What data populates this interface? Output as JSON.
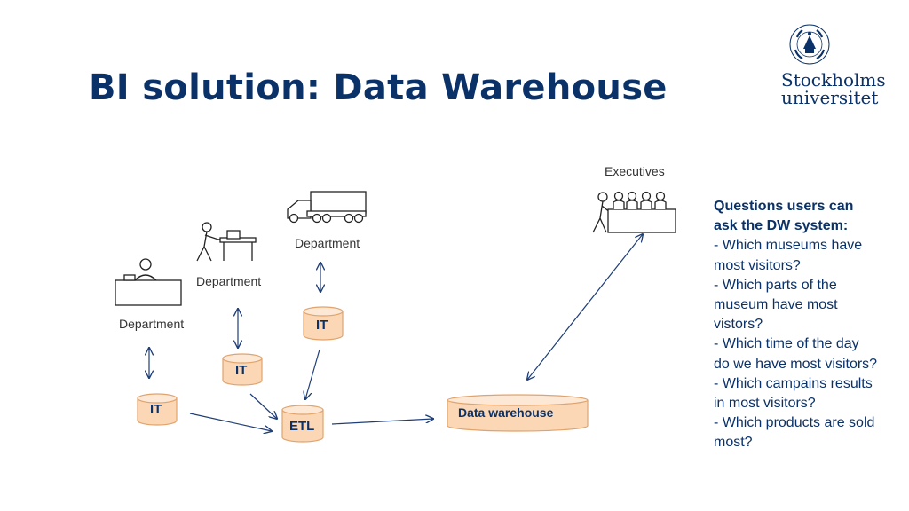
{
  "slide": {
    "title": "BI solution: Data Warehouse"
  },
  "logo": {
    "line1": "Stockholms",
    "line2": "universitet",
    "seal_text": "UNIVERSITET STOCKHOLMS"
  },
  "labels": {
    "executives": "Executives",
    "department_1": "Department",
    "department_2": "Department",
    "department_3": "Department"
  },
  "cylinders": {
    "it_1": "IT",
    "it_2": "IT",
    "it_3": "IT",
    "etl": "ETL",
    "data_warehouse": "Data warehouse"
  },
  "questions": {
    "heading_line1": "Questions users can",
    "heading_line2": "ask the DW system:",
    "lines": [
      "- Which museums have",
      "most visitors?",
      "- Which parts of the",
      "museum have most",
      "vistors?",
      "- Which time of the day",
      "do we have most visitors?",
      "- Which campains results",
      "in most visitors?",
      "- Which products are sold",
      "most?"
    ]
  },
  "colors": {
    "title": "#0b3268",
    "cylinder_fill": "#fbd7b5",
    "cylinder_stroke": "#e0a36c",
    "arrow": "#1f3e78"
  }
}
